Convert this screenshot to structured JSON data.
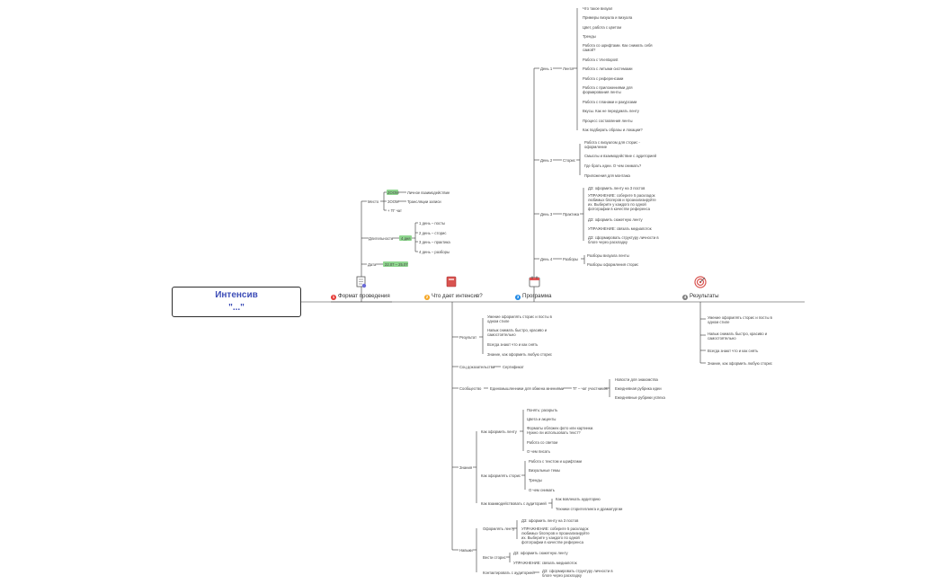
{
  "root": {
    "title": "Интенсив",
    "subtitle": "\"...\""
  },
  "main": [
    {
      "num": "1",
      "label": "Формат проведения",
      "color": "#e53935"
    },
    {
      "num": "2",
      "label": "Что дает интенсив?",
      "color": "#f5a623"
    },
    {
      "num": "3",
      "label": "Программа",
      "color": "#1e88e5"
    },
    {
      "num": "4",
      "label": "Результаты",
      "color": "#7e7e7e"
    }
  ],
  "format": {
    "mesto": "Место",
    "zoom": "ZOOM",
    "zoom_note": "Личное взаимодействие",
    "offline": "ЗООМ",
    "offline_note": "Трансляции записи",
    "tg": "+ ТГ чат",
    "dlit": "Длительность",
    "dlit_hl": "4 дня",
    "d1": "1 день – посты",
    "d2": "2 день – сторис",
    "d3": "3 день – практика",
    "d4": "4 день – разборы",
    "data": "Дата",
    "data_hl": "22.07 – 25.07"
  },
  "program": {
    "day1": "День 1",
    "lenta": "Лента",
    "day1_items": [
      "Что такое визуал",
      "Примеры визуала и визуала",
      "Цвет, работа с цветом",
      "Тренды",
      "Работа со шрифтами. Как снимать себя самой?",
      "Работа с Vnentapost",
      "Работа с литыми системами",
      "Работа с референсами",
      "Работа с приложениями для формирования ленты",
      "Работа с планами и ракурсами",
      "Вкусы. Как не передумать ленту",
      "Процесс составления ленты",
      "Как подбирать образы и локации?"
    ],
    "day2": "День 2",
    "storis": "Сторис",
    "day2_items": [
      "Работа с визуалом для сторис - оформление",
      "Смыслы и взаимодействие с аудиторией",
      "Где брать идеи. О чем снимать?",
      "Приложения для монтажа"
    ],
    "day3": "День 3",
    "practice": "Практика",
    "day3_items": [
      "ДЗ: оформить ленту на 3 постов",
      "УПРАЖНЕНИЕ: соберите 5 раскладок любимых блогеров и проанализируйте их. Выберите у каждого по одной фотографии в качестве референса",
      "ДЗ: оформить сюжетную ленту",
      "УПРАЖНЕНИЕ: связать медиапоток",
      "ДЗ: сформировать структуру личности в блоге через раскладку"
    ],
    "day4": "День 4",
    "razbory": "Разборы",
    "day4_items": [
      "Разборы визуала ленты",
      "Разборы оформления сторис"
    ]
  },
  "gives": {
    "result": "Результат",
    "result_items": [
      "Умение оформлять сторис и посты в одном стиле",
      "Навык снимать быстро, красиво и самостоятельно",
      "Всегда знают что и как снять",
      "Знание, как оформить любую сторис"
    ],
    "social": "Соц доказательства",
    "social_note": "Сертификат",
    "community": "Сообщество",
    "community_note": "Единомышленники для обмена мнениями",
    "tg": "ТГ – чат участников",
    "tg_items": [
      "Новости для знакомства",
      "Ежедневная рубрика идеи",
      "Ежедневные рубрики успеха"
    ],
    "knowledge": "Знания",
    "k1": "Как оформить ленту",
    "k1_items": [
      "Понять: раскрыть",
      "Цвета и акценты",
      "Форматы обложек фото или картинки. Нужно ли использовать текст?",
      "Работа со светом",
      "О чем писать"
    ],
    "k2": "Как оформлять сторис",
    "k2_items": [
      "Работа с текстом и шрифтами",
      "Визуальные темы",
      "Тренды",
      "О чем снимать"
    ],
    "k3": "Как взаимодействовать с аудиторией",
    "k3_items": [
      "Как вовлекать аудиторию",
      "Техники сторителлинга и драматургии"
    ],
    "skills": "Навыки",
    "s1": "Оформлять ленту",
    "s1_items": [
      "ДЗ: оформить ленту на 3 постов",
      "УПРАЖНЕНИЕ: соберите 5 раскладок любимых блогеров и проанализируйте их. Выберите у каждого по одной фотографии в качестве референса"
    ],
    "s2": "Вести сторис",
    "s2_items": [
      "ДЗ: оформить сюжетную ленту",
      "УПРАЖНЕНИЕ: связать медиапоток"
    ],
    "s3": "Контактировать с аудиторией",
    "s3_items": [
      "ДЗ: сформировать структуру личности в блоге через раскладку"
    ]
  },
  "results": [
    "Умение оформлять сторис и посты в одном стиле",
    "Навык снимать быстро, красиво и самостоятельно",
    "Всегда знают что и как снять",
    "Знание, как оформить любую сторис"
  ],
  "colors": {
    "line": "#333333",
    "highlight": "#8fd68f",
    "root_text": "#3d4db7"
  }
}
